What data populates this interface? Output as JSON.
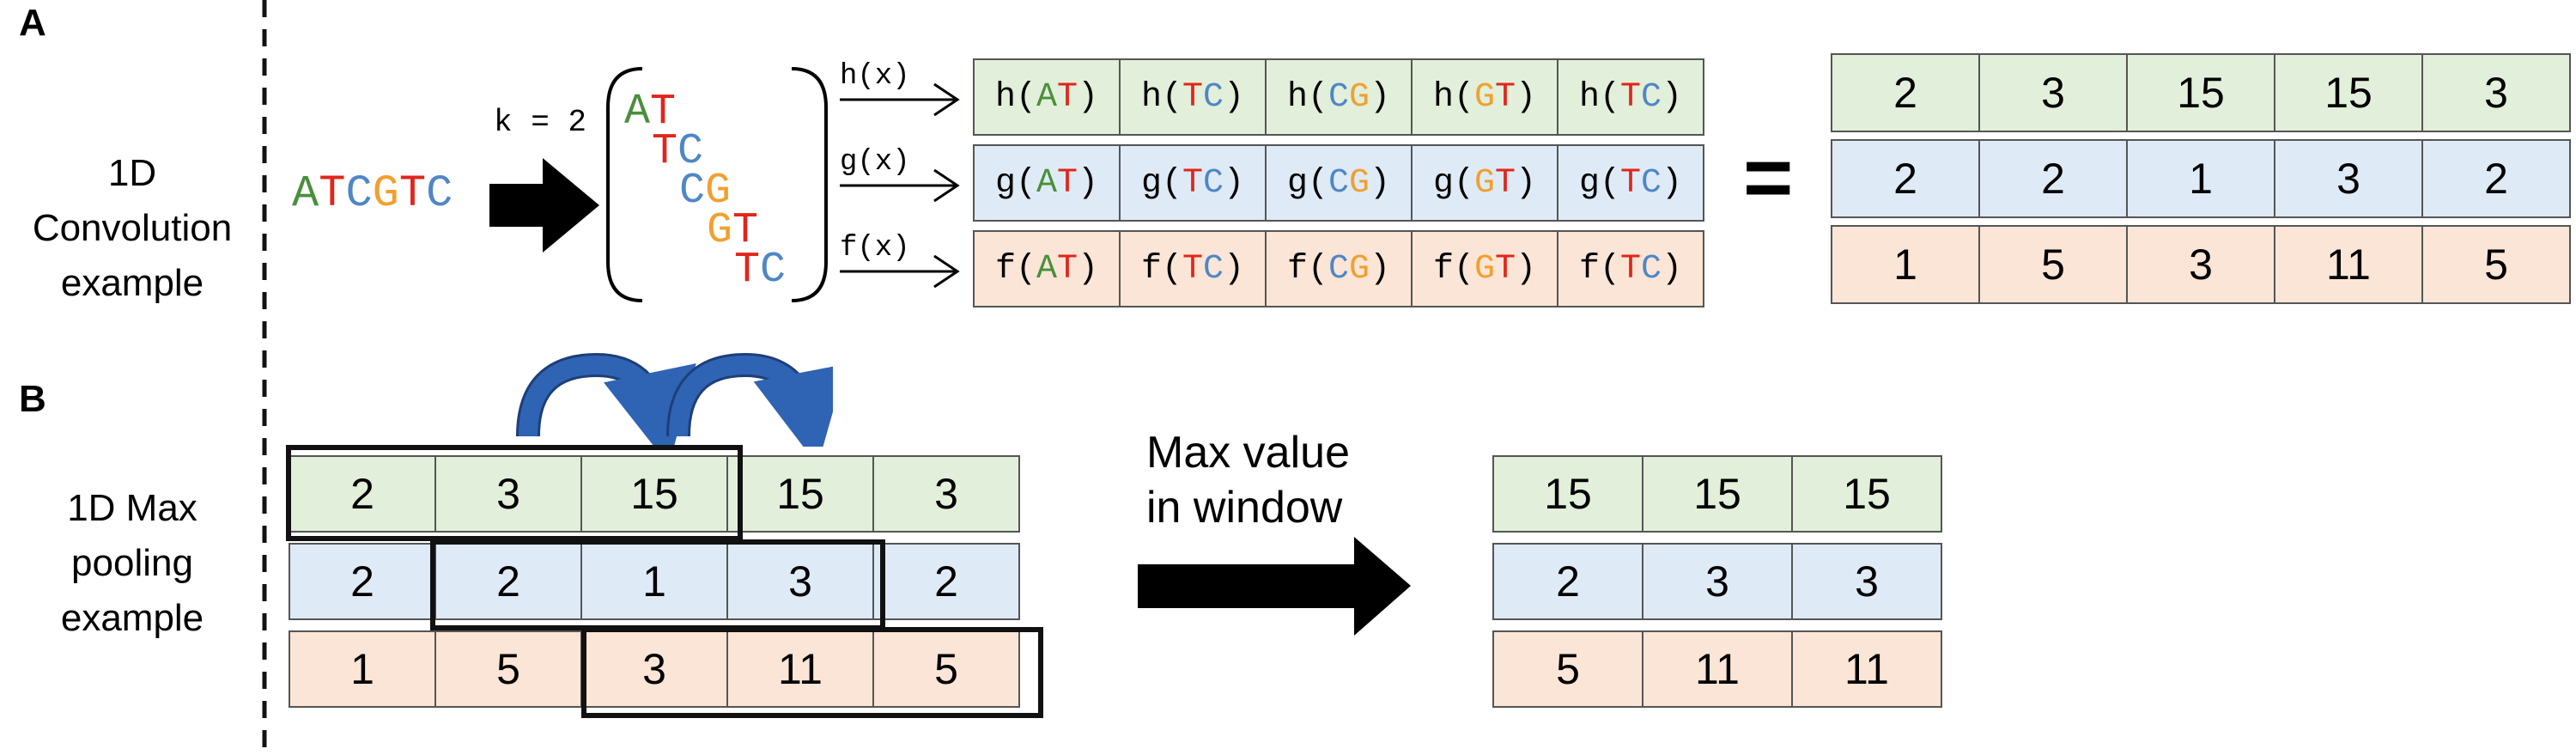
{
  "colors": {
    "A": "#4a8f3c",
    "T": "#e1251b",
    "C": "#4f86c6",
    "G": "#f0a030",
    "green_bg": "#e2efda",
    "blue_bg": "#deebf7",
    "orange_bg": "#fbe5d6",
    "arrow_curve": "#2f64b4"
  },
  "panelA": {
    "letter": "A",
    "label": [
      "1D",
      "Convolution",
      "example"
    ],
    "sequence": "ATCGTC",
    "k_label": "k = 2",
    "kmers": [
      "AT",
      "TC",
      "CG",
      "GT",
      "TC"
    ],
    "functions": [
      "h(x)",
      "g(x)",
      "f(x)"
    ],
    "equals": "=",
    "results": [
      [
        2,
        3,
        15,
        15,
        3
      ],
      [
        2,
        2,
        1,
        3,
        2
      ],
      [
        1,
        5,
        3,
        11,
        5
      ]
    ]
  },
  "panelB": {
    "letter": "B",
    "label": [
      "1D Max",
      "pooling",
      "example"
    ],
    "input": [
      [
        2,
        3,
        15,
        15,
        3
      ],
      [
        2,
        2,
        1,
        3,
        2
      ],
      [
        1,
        5,
        3,
        11,
        5
      ]
    ],
    "operation_label": [
      "Max value",
      "in window"
    ],
    "output": [
      [
        15,
        15,
        15
      ],
      [
        2,
        3,
        3
      ],
      [
        5,
        11,
        11
      ]
    ]
  }
}
